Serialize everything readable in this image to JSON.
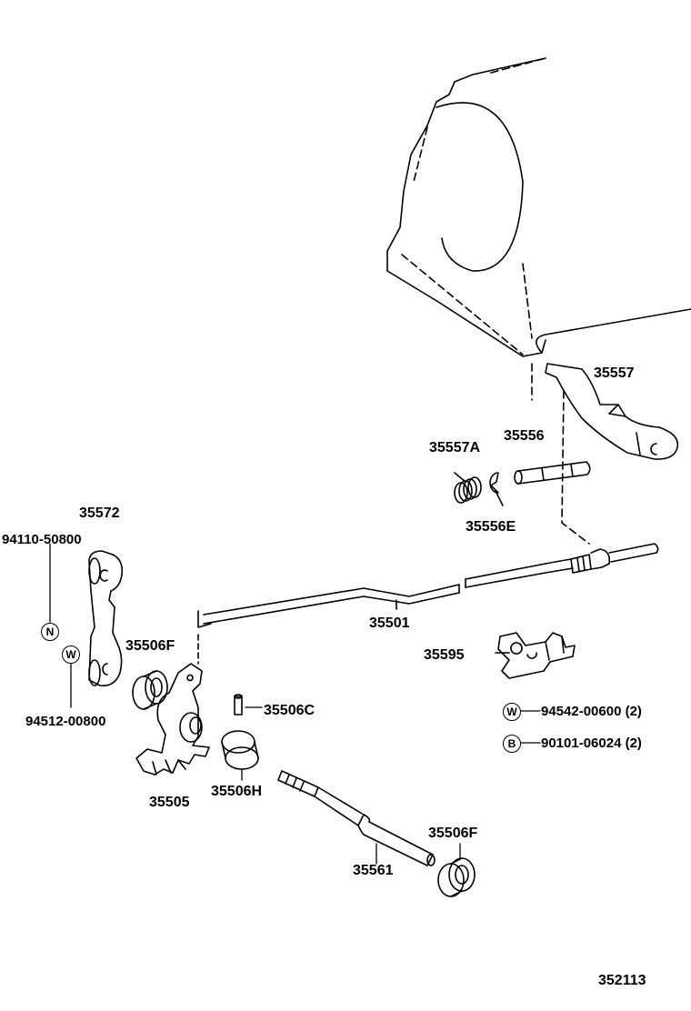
{
  "labels": {
    "p35557": "35557",
    "p35557a": "35557A",
    "p35556": "35556",
    "p35556e": "35556E",
    "p35572": "35572",
    "p94110": "94110-50800",
    "p35506f_left": "35506F",
    "p94512": "94512-00800",
    "p35501": "35501",
    "p35595": "35595",
    "p35506c": "35506C",
    "p94542": "94542-00600 (2)",
    "p90101": "90101-06024 (2)",
    "p35505": "35505",
    "p35506h": "35506H",
    "p35506f_right": "35506F",
    "p35561": "35561",
    "diagram_number": "352113"
  },
  "symbols": {
    "n": "N",
    "w_left": "W",
    "w_right": "W",
    "b": "B"
  },
  "colors": {
    "ink": "#000000",
    "paper": "#ffffff"
  }
}
